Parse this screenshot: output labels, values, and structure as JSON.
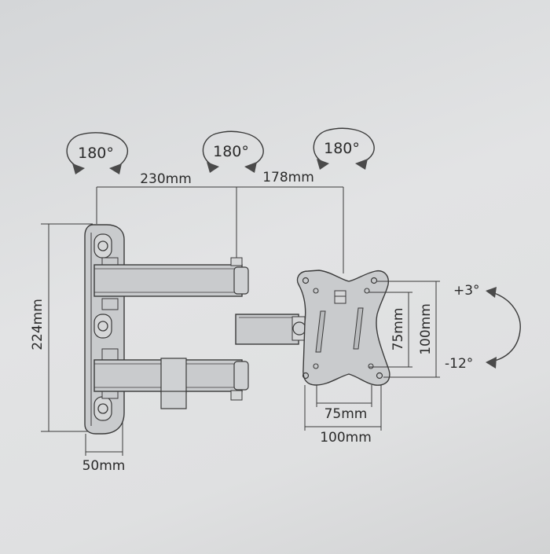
{
  "rotation_labels": [
    "180°",
    "180°",
    "180°"
  ],
  "dimensions": {
    "arm_first": "230mm",
    "arm_second": "178mm",
    "wall_plate_height": "224mm",
    "wall_plate_depth": "50mm",
    "vesa_h_small": "75mm",
    "vesa_h_large": "100mm",
    "vesa_v_small": "75mm",
    "vesa_v_large": "100mm"
  },
  "tilt": {
    "up": "+3°",
    "down": "-12°"
  },
  "colors": {
    "background": "#dcdee0",
    "line": "#3a3a3a",
    "part_fill": "#c9cbcd",
    "arrow_fill": "#4a4a4a"
  }
}
